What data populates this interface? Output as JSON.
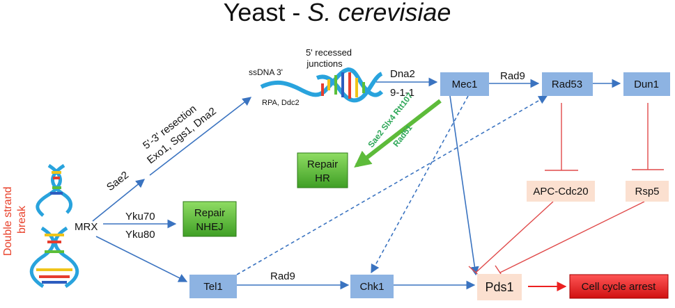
{
  "title": {
    "main": "Yeast - ",
    "species": "S. cerevisiae"
  },
  "dsb_label": {
    "line1": "Double strand",
    "line2": "break"
  },
  "nodes": {
    "mrx": "MRX",
    "tel1": "Tel1",
    "chk1": "Chk1",
    "mec1": "Mec1",
    "rad53": "Rad53",
    "dun1": "Dun1",
    "apc": "APC-Cdc20",
    "rsp5": "Rsp5",
    "pds1": "Pds1",
    "arrest": "Cell cycle arrest",
    "nhej": {
      "line1": "Repair",
      "line2": "NHEJ"
    },
    "hr": {
      "line1": "Repair",
      "line2": "HR"
    }
  },
  "labels": {
    "sae2": "Sae2",
    "resection1": "5'-3' resection",
    "resection2": "Exo1, Sgs1, Dna2",
    "yku70": "Yku70",
    "yku80": "Yku80",
    "ssdna": "ssDNA 3'",
    "recessed1": "5' recessed",
    "recessed2": "junctions",
    "rpa": "RPA, Ddc2",
    "dna2": "Dna2",
    "nine11": "9-1-1",
    "rad9_top": "Rad9",
    "rad9_bottom": "Rad9",
    "hr_factors1": "Sae2 Slx4 Rtt107",
    "hr_factors2": "Rad51"
  },
  "colors": {
    "blue_box": "#8db3e2",
    "arrow_blue": "#3a73c0",
    "inhibit_red": "#e04a4a",
    "peach": "#fbe0d0",
    "green": "#5dbb3a",
    "arrest_red": "#ec2020"
  }
}
